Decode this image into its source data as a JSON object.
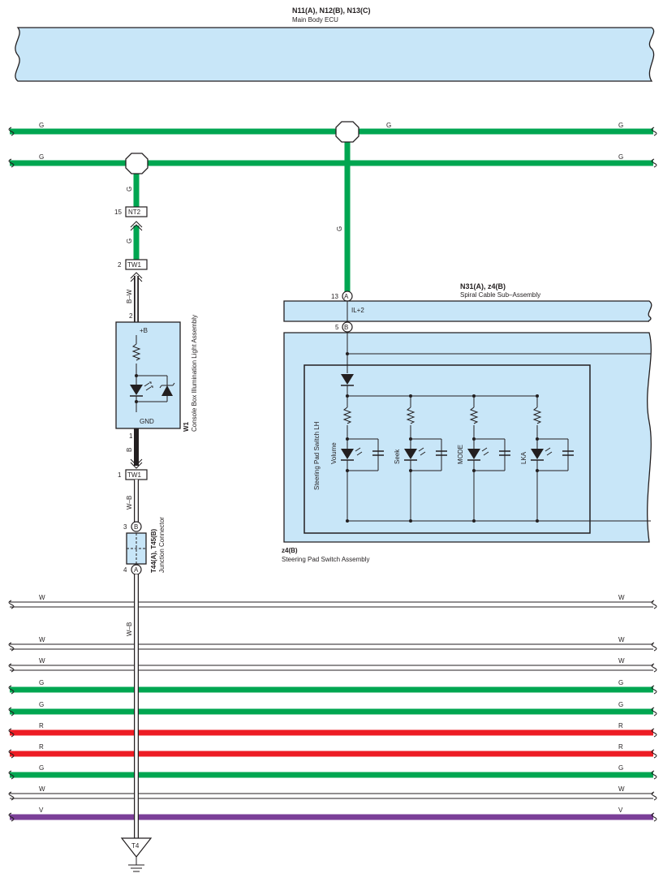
{
  "main_body_ecu": {
    "code": "N11(A), N12(B), N13(C)",
    "name": "Main Body ECU"
  },
  "bus_lines": {
    "top_green_1": {
      "left": "G",
      "mid": "G",
      "right": "G"
    },
    "top_green_2": {
      "left": "G",
      "right": "G"
    }
  },
  "console_light": {
    "wire_g_upper": "G",
    "nt2": {
      "pin": "15",
      "connector": "NT2"
    },
    "wire_g_lower": "G",
    "tw1_top": {
      "pin": "2",
      "connector": "TW1"
    },
    "wire_bw": "B–W",
    "pin_top": "2",
    "plus_b": "+B",
    "gnd": "GND",
    "pin_bottom": "1",
    "code": "W1",
    "name": "Console Box Illumination Light Assembly",
    "wire_b": "B",
    "tw1_bottom": {
      "pin": "1",
      "connector": "TW1"
    },
    "wire_wb_upper": "W–B",
    "junction": {
      "pin_b": "3",
      "letter_b": "B",
      "pin_a": "4",
      "letter_a": "A",
      "code": "T44(A), T45(B)",
      "name": "Junction Connector"
    },
    "wire_wb_lower": "W–B",
    "ground": "T4"
  },
  "spiral_cable": {
    "wire_g": "G",
    "pin_a": "13",
    "letter_a": "A",
    "code": "N31(A), z4(B)",
    "name": "Spiral Cable Sub–Assembly",
    "signal": "IL+2",
    "pin_b": "5",
    "letter_b": "B"
  },
  "steering_pad": {
    "inner_label": "Steering Pad Switch LH",
    "switches": [
      "Volume",
      "Seek",
      "MODE",
      "LKA"
    ],
    "code": "z4(B)",
    "name": "Steering Pad Switch Assembly"
  },
  "lower_bus": [
    {
      "color": "W",
      "hex": "#ffffff"
    },
    {
      "color": "W",
      "hex": "#ffffff"
    },
    {
      "color": "W",
      "hex": "#ffffff"
    },
    {
      "color": "G",
      "hex": "#00a651"
    },
    {
      "color": "G",
      "hex": "#00a651"
    },
    {
      "color": "R",
      "hex": "#ed1c24"
    },
    {
      "color": "R",
      "hex": "#ed1c24"
    },
    {
      "color": "G",
      "hex": "#00a651"
    },
    {
      "color": "W",
      "hex": "#ffffff"
    },
    {
      "color": "V",
      "hex": "#7b3f98"
    }
  ],
  "colors": {
    "green": "#00a651",
    "red": "#ed1c24",
    "violet": "#7b3f98",
    "box": "#c8e6f8"
  }
}
